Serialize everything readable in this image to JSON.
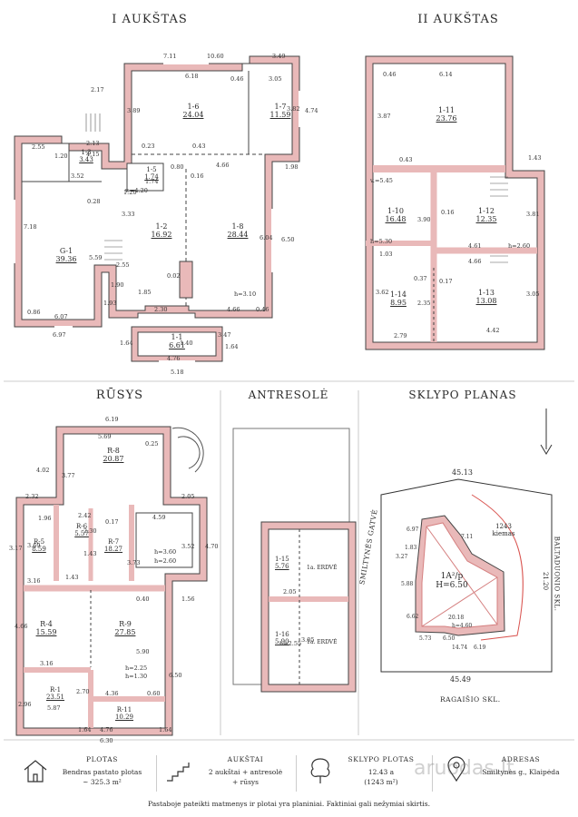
{
  "titles": {
    "floor1": "I AUKŠTAS",
    "floor2": "II AUKŠTAS",
    "basement": "RŪSYS",
    "mezzanine": "ANTRESOLĖ",
    "site": "SKLYPO PLANAS"
  },
  "floor1": {
    "rooms": [
      {
        "id": "1-6",
        "area": "24.04"
      },
      {
        "id": "1-7",
        "area": "11.59"
      },
      {
        "id": "1-3",
        "area": "3.43"
      },
      {
        "id": "G-1",
        "area": "39.36"
      },
      {
        "id": "1-5",
        "area": "1.74"
      },
      {
        "id": "1-2",
        "area": "16.92"
      },
      {
        "id": "1-8",
        "area": "28.44"
      },
      {
        "id": "1-1",
        "area": "6.61"
      }
    ],
    "dims": [
      "7.11",
      "10.60",
      "3.49",
      "6.18",
      "3.05",
      "0.46",
      "2.17",
      "3.89",
      "3.82",
      "4.74",
      "2.55",
      "1.20",
      "2.13",
      "4.15",
      "0.23",
      "0.43",
      "0.80",
      "4.66",
      "1.98",
      "3.52",
      "0.28",
      "v.=4.20",
      "1.74",
      "1.20",
      "0.16",
      "7.18",
      "5.59",
      "3.33",
      "6.04",
      "6.50",
      "2.55",
      "1.90",
      "1.85",
      "0.02",
      "h=3.10",
      "0.86",
      "6.07",
      "1.93",
      "2.30",
      "4.66",
      "0.46",
      "6.97",
      "3.47",
      "1.64",
      "1.40",
      "1.64",
      "4.76",
      "5.18"
    ]
  },
  "floor2": {
    "rooms": [
      {
        "id": "1-11",
        "area": "23.76"
      },
      {
        "id": "1-10",
        "area": "16.48"
      },
      {
        "id": "1-12",
        "area": "12.35"
      },
      {
        "id": "1-14",
        "area": "8.95"
      },
      {
        "id": "1-13",
        "area": "13.08"
      }
    ],
    "dims": [
      "0.46",
      "6.14",
      "3.87",
      "0.43",
      "1.43",
      "v.=5.45",
      "3.90",
      "0.16",
      "3.81",
      "h=5.30",
      "4.61",
      "h=2.60",
      "1.03",
      "4.66",
      "0.37",
      "0.17",
      "3.62",
      "2.35",
      "3.05",
      "2.79",
      "4.42"
    ]
  },
  "basement": {
    "rooms": [
      {
        "id": "R-8",
        "area": "20.87"
      },
      {
        "id": "R-6",
        "area": "5.57"
      },
      {
        "id": "R-5",
        "area": "8.59"
      },
      {
        "id": "R-7",
        "area": "18.27"
      },
      {
        "id": "R-4",
        "area": "15.59"
      },
      {
        "id": "R-9",
        "area": "27.85"
      },
      {
        "id": "R-1",
        "area": "23.51"
      },
      {
        "id": "R-11",
        "area": "10.29"
      }
    ],
    "dims": [
      "6.19",
      "5.69",
      "0.25",
      "4.02",
      "3.77",
      "2.32",
      "2.05",
      "1.96",
      "2.42",
      "4.59",
      "2.30",
      "0.17",
      "3.17",
      "3.69",
      "1.43",
      "3.73",
      "h=3.60",
      "h=2.60",
      "3.52",
      "4.70",
      "3.16",
      "1.43",
      "0.40",
      "1.56",
      "4.66",
      "5.90",
      "6.50",
      "h=2.25",
      "h=1.30",
      "3.16",
      "2.96",
      "2.70",
      "5.87",
      "4.36",
      "0.60",
      "4.76",
      "6.30",
      "1.64",
      "1.64"
    ]
  },
  "mezzanine": {
    "rooms": [
      {
        "id": "1-15",
        "area": "5.76",
        "label": "1a. ERDVĖ"
      },
      {
        "id": "1-16",
        "area": "5.90",
        "label": "1a. ERDVĖ"
      }
    ],
    "dims": [
      "2.05",
      "h=2.55",
      "3.05"
    ]
  },
  "site": {
    "dims": [
      "45.13",
      "1243",
      "kiemas",
      "6.97",
      "1.83",
      "3.27",
      "5.88",
      "6.62",
      "5.73",
      "7.11",
      "21.20",
      "20.18",
      "h=4.60",
      "6.50",
      "14.74",
      "6.19",
      "45.49"
    ],
    "building_label": "1A²/p",
    "building_height": "H=6.50",
    "street_left": "SMILTYNĖS GATVĖ",
    "street_right": "BALTADUONIO SKL.",
    "street_bottom": "RAGAIŠIO SKL."
  },
  "legend": [
    {
      "label": "PLOTAS",
      "line1": "Bendras pastato plotas",
      "line2": "~ 325.3 m²",
      "icon": "house-icon"
    },
    {
      "label": "AUKŠTAI",
      "line1": "2 aukštai + antresolė",
      "line2": "+ rūsys",
      "icon": "stairs-icon"
    },
    {
      "label": "SKLYPO PLOTAS",
      "line1": "12.43 a",
      "line2": "(1243 m²)",
      "icon": "tree-icon"
    },
    {
      "label": "ADRESAS",
      "line1": "Smiltynės g., Klaipėda",
      "line2": "",
      "icon": "location-pin-icon"
    }
  ],
  "watermark": "aruodas.lt",
  "footer_note": "Pastaboje pateikti matmenys ir plotai yra planiniai. Faktiniai gali nežymiai skirtis.",
  "colors": {
    "wall": "#e9b9b9",
    "wall_stroke": "#444444",
    "line": "#333333",
    "accent": "#d9534f"
  }
}
